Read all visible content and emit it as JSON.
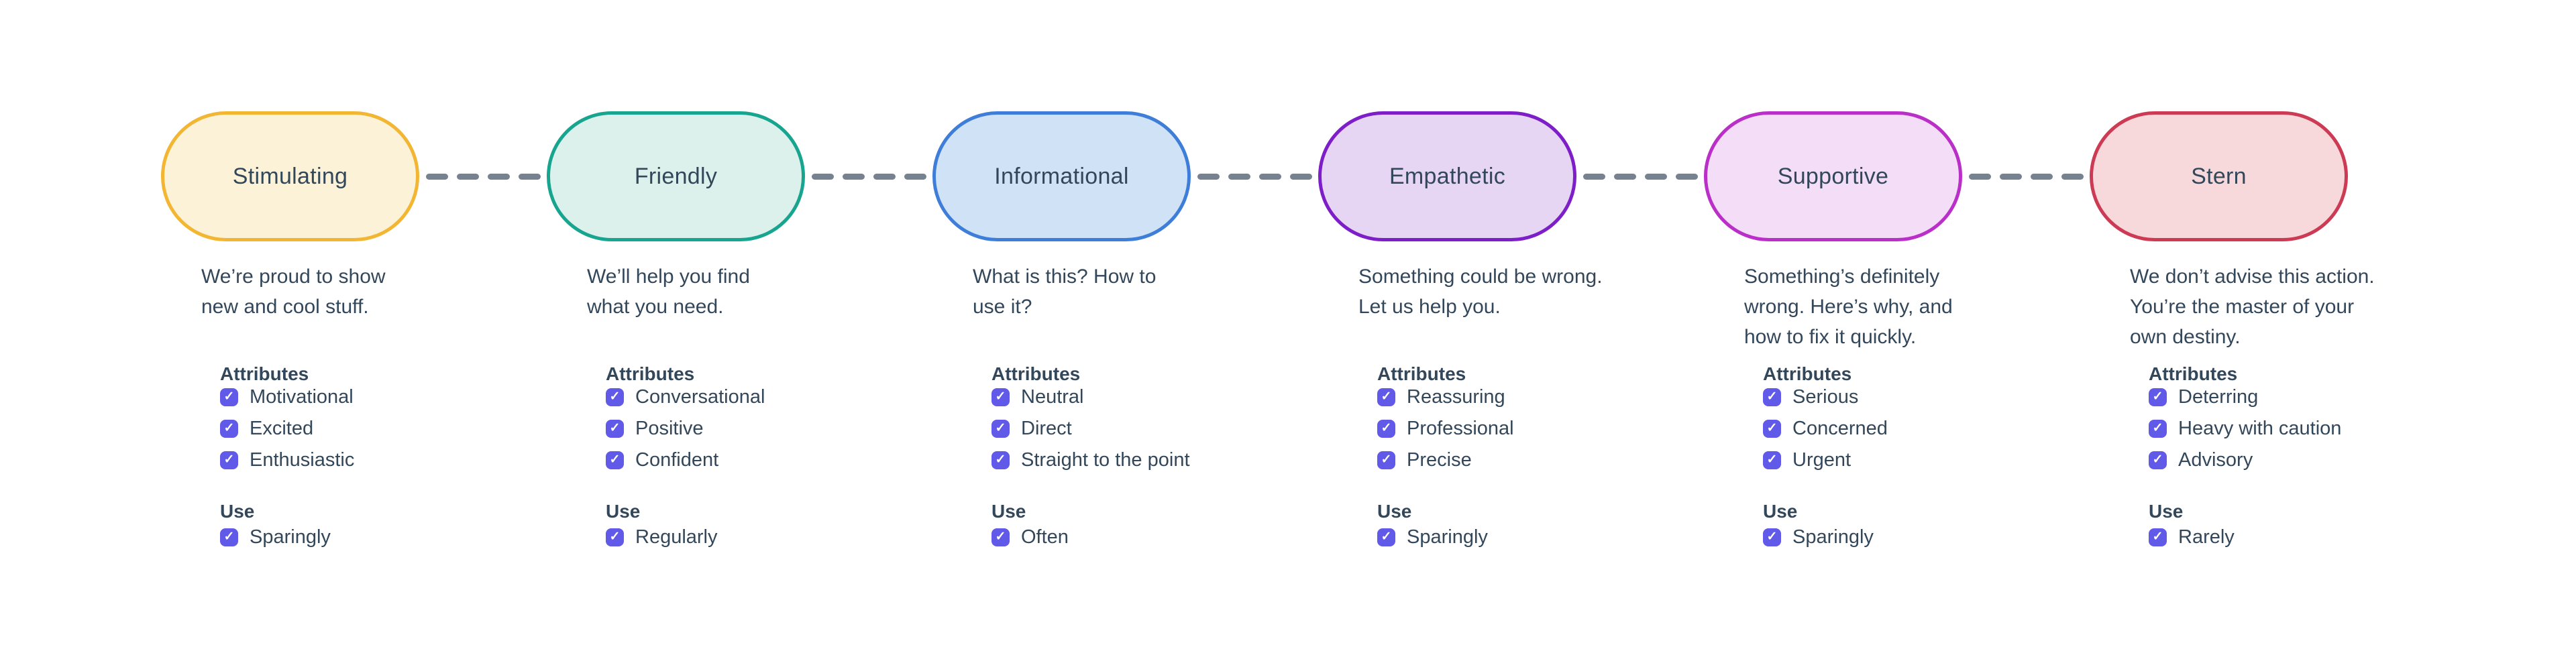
{
  "labels": {
    "attributes": "Attributes",
    "use": "Use"
  },
  "checkbox": {
    "checked": true,
    "color": "#6159E8",
    "check_glyph": "✓"
  },
  "connector": {
    "color": "#76828F",
    "style": "dashed"
  },
  "tones": [
    {
      "title": "Stimulating",
      "pill": {
        "border": "#F2B632",
        "fill": "#FBF2D7"
      },
      "description": "We’re proud to show\nnew and cool stuff.",
      "attributes": [
        "Motivational",
        "Excited",
        "Enthusiastic"
      ],
      "use": "Sparingly"
    },
    {
      "title": "Friendly",
      "pill": {
        "border": "#17A58F",
        "fill": "#DCF1EB"
      },
      "description": "We’ll help you find\nwhat you need.",
      "attributes": [
        "Conversational",
        "Positive",
        "Confident"
      ],
      "use": "Regularly"
    },
    {
      "title": "Informational",
      "pill": {
        "border": "#3F7ED8",
        "fill": "#D0E2F6"
      },
      "description": "What is this? How to\nuse it?",
      "attributes": [
        "Neutral",
        "Direct",
        "Straight to the point"
      ],
      "use": "Often"
    },
    {
      "title": "Empathetic",
      "pill": {
        "border": "#7D1EC8",
        "fill": "#E6D6F3"
      },
      "description": "Something could be wrong.\nLet us help you.",
      "attributes": [
        "Reassuring",
        "Professional",
        "Precise"
      ],
      "use": "Sparingly"
    },
    {
      "title": "Supportive",
      "pill": {
        "border": "#BB2FC9",
        "fill": "#F4DEF7"
      },
      "description": "Something’s definitely\nwrong. Here’s why, and\nhow to fix it quickly.",
      "attributes": [
        "Serious",
        "Concerned",
        "Urgent"
      ],
      "use": "Sparingly"
    },
    {
      "title": "Stern",
      "pill": {
        "border": "#CC3A54",
        "fill": "#F7D9DC"
      },
      "description": "We don’t advise this action.\nYou’re the master of your\nown destiny.",
      "attributes": [
        "Deterring",
        "Heavy with caution",
        "Advisory"
      ],
      "use": "Rarely"
    }
  ]
}
